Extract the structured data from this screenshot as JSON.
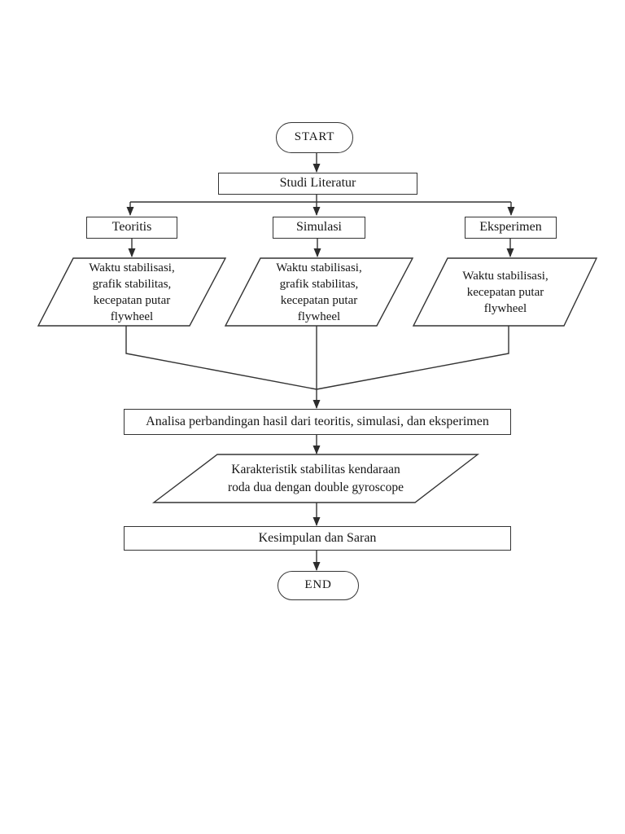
{
  "page": {
    "background_color": "#ffffff",
    "description": "Research methodology flowchart page"
  },
  "flowchart": {
    "colors": {
      "stroke": "#343434",
      "text": "#161616",
      "node_fill": "#ffffff"
    },
    "nodes": {
      "start": {
        "shape": "terminator",
        "label": "START"
      },
      "studi_literatur": {
        "shape": "process",
        "label": "Studi Literatur"
      },
      "teoritis": {
        "shape": "process",
        "label": "Teoritis"
      },
      "simulasi": {
        "shape": "process",
        "label": "Simulasi"
      },
      "eksperimen": {
        "shape": "process",
        "label": "Eksperimen"
      },
      "hasil_teoritis": {
        "shape": "data-parallelogram",
        "label": [
          "Waktu stabilisasi,",
          "grafik stabilitas,",
          "kecepatan putar",
          "flywheel"
        ]
      },
      "hasil_simulasi": {
        "shape": "data-parallelogram",
        "label": [
          "Waktu stabilisasi,",
          "grafik stabilitas,",
          "kecepatan putar",
          "flywheel"
        ]
      },
      "hasil_eksperimen": {
        "shape": "data-parallelogram",
        "label": [
          "Waktu stabilisasi,",
          "kecepatan putar",
          "flywheel"
        ]
      },
      "analisa": {
        "shape": "process",
        "label": "Analisa perbandingan hasil dari teoritis, simulasi, dan eksperimen"
      },
      "karakteristik": {
        "shape": "data-parallelogram",
        "label": [
          "Karakteristik stabilitas kendaraan",
          "roda dua dengan double gyroscope"
        ]
      },
      "kesimpulan": {
        "shape": "process",
        "label": "Kesimpulan dan Saran"
      },
      "end": {
        "shape": "terminator",
        "label": "END"
      }
    },
    "edges": [
      {
        "from": "start",
        "to": "studi_literatur"
      },
      {
        "from": "studi_literatur",
        "to": "teoritis"
      },
      {
        "from": "studi_literatur",
        "to": "simulasi"
      },
      {
        "from": "studi_literatur",
        "to": "eksperimen"
      },
      {
        "from": "teoritis",
        "to": "hasil_teoritis"
      },
      {
        "from": "simulasi",
        "to": "hasil_simulasi"
      },
      {
        "from": "eksperimen",
        "to": "hasil_eksperimen"
      },
      {
        "from": "hasil_teoritis",
        "to": "analisa"
      },
      {
        "from": "hasil_simulasi",
        "to": "analisa"
      },
      {
        "from": "hasil_eksperimen",
        "to": "analisa"
      },
      {
        "from": "analisa",
        "to": "karakteristik"
      },
      {
        "from": "karakteristik",
        "to": "kesimpulan"
      },
      {
        "from": "kesimpulan",
        "to": "end"
      }
    ]
  }
}
